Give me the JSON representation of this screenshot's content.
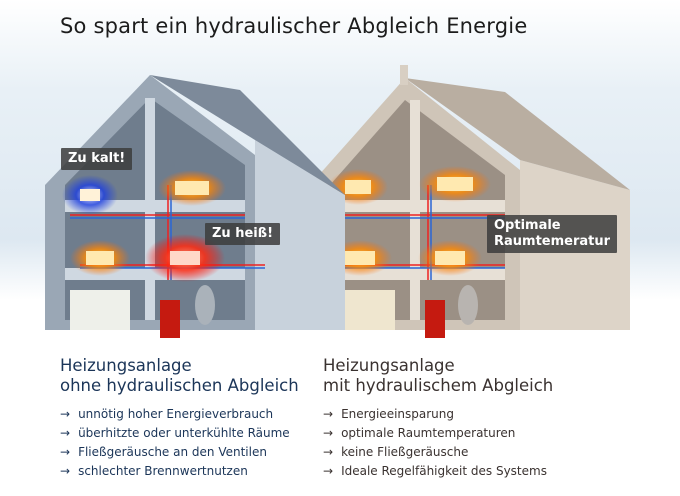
{
  "title": "So spart ein hydraulischer Abgleich Energie",
  "labels": {
    "too_cold": "Zu kalt!",
    "too_hot": "Zu heiß!",
    "optimal_line1": "Optimale",
    "optimal_line2": "Raumtemeratur"
  },
  "left": {
    "heading_line1": "Heizungsanlage",
    "heading_line2": "ohne hydraulischen Abgleich",
    "bullets": [
      "unnötig hoher Energieverbrauch",
      "überhitzte oder unterkühlte Räume",
      "Fließgeräusche an den Ventilen",
      "schlechter Brennwertnutzen"
    ]
  },
  "right": {
    "heading_line1": "Heizungsanlage",
    "heading_line2": "mit hydraulischem Abgleich",
    "bullets": [
      "Energieeinsparung",
      "optimale Raumtemperaturen",
      "keine Fließgeräusche",
      "Ideale Regelfähigkeit des Systems"
    ]
  },
  "bullet_icon": "→",
  "colors": {
    "left_house": "#8c9aaa",
    "right_house": "#c9beb0",
    "hot": "#ff7a00",
    "cold": "#2a4fd6",
    "text_left": "#1b3558"
  }
}
